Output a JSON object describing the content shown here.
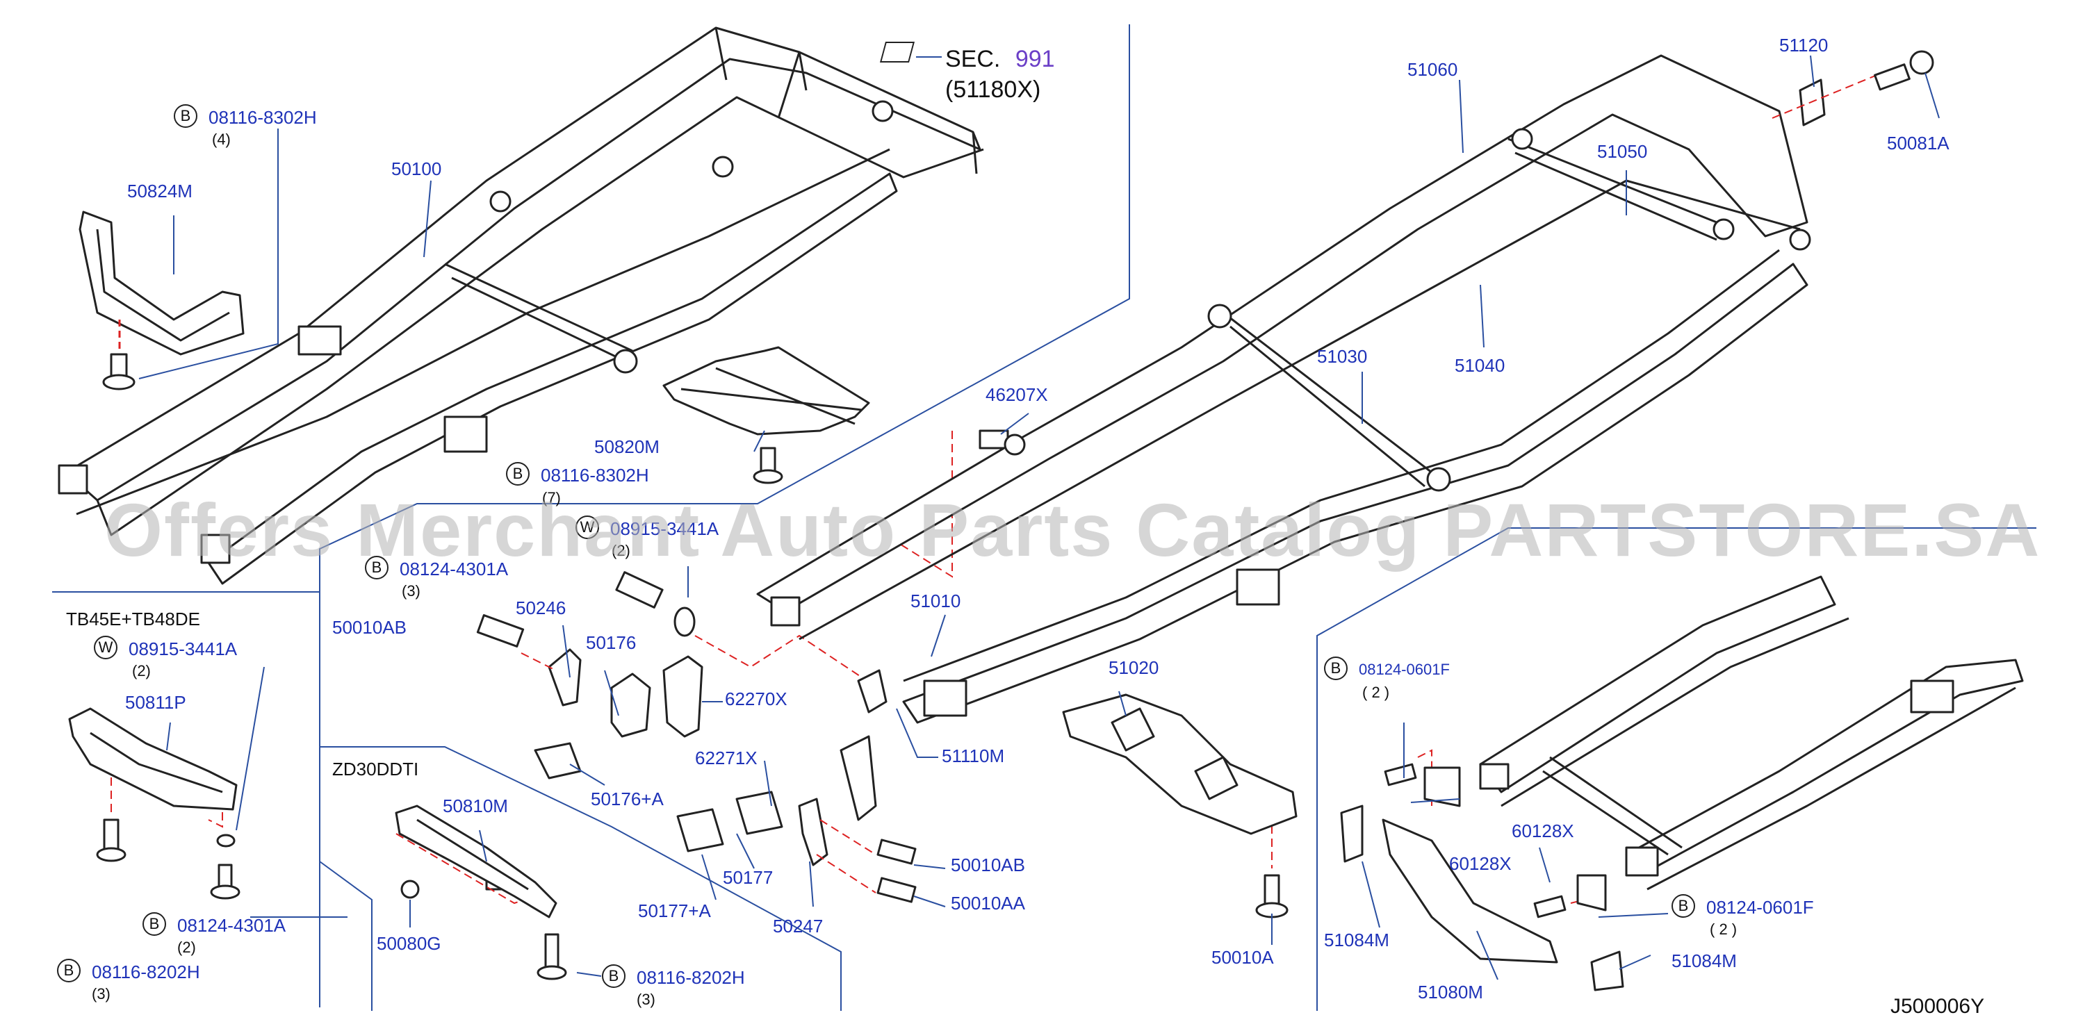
{
  "diagram": {
    "code": "J500006Y",
    "watermark": "Offers Merchant Auto Parts Catalog PARTSTORE.SA",
    "section": {
      "prefix": "SEC.",
      "number": "991",
      "ref": "(51180X)"
    },
    "variants": {
      "left_top": "TB45E+TB48DE",
      "left_bottom": "ZD30DDTI"
    },
    "badge_letters": {
      "bolt": "B",
      "washer": "W"
    },
    "fasteners": [
      {
        "id": "f1",
        "letter": "B",
        "part": "08116-8302H",
        "qty": "(4)"
      },
      {
        "id": "f2",
        "letter": "B",
        "part": "08116-8302H",
        "qty": "(7)"
      },
      {
        "id": "f3",
        "letter": "W",
        "part": "08915-3441A",
        "qty": "(2)"
      },
      {
        "id": "f4",
        "letter": "B",
        "part": "08124-4301A",
        "qty": "(3)"
      },
      {
        "id": "f5",
        "letter": "W",
        "part": "08915-3441A",
        "qty": "(2)"
      },
      {
        "id": "f6",
        "letter": "B",
        "part": "08124-4301A",
        "qty": "(2)"
      },
      {
        "id": "f7",
        "letter": "B",
        "part": "08116-8202H",
        "qty": "(3)"
      },
      {
        "id": "f8",
        "letter": "B",
        "part": "08116-8202H",
        "qty": "(3)"
      },
      {
        "id": "f9",
        "letter": "B",
        "part": "08124-0601F",
        "qty": "( 2 )"
      },
      {
        "id": "f10",
        "letter": "B",
        "part": "08124-0601F",
        "qty": "( 2 )"
      }
    ],
    "parts": [
      "50824M",
      "50100",
      "50820M",
      "50010AB",
      "50246",
      "50176",
      "62270X",
      "50176+A",
      "62271X",
      "50177",
      "50177+A",
      "50247",
      "50010AB",
      "50010AA",
      "50811P",
      "50810M",
      "50080G",
      "46207X",
      "51010",
      "51110M",
      "51060",
      "51120",
      "50081A",
      "51050",
      "51030",
      "51040",
      "51020",
      "50010A",
      "60128X",
      "60128X",
      "51084M",
      "51084M",
      "51080M"
    ]
  }
}
